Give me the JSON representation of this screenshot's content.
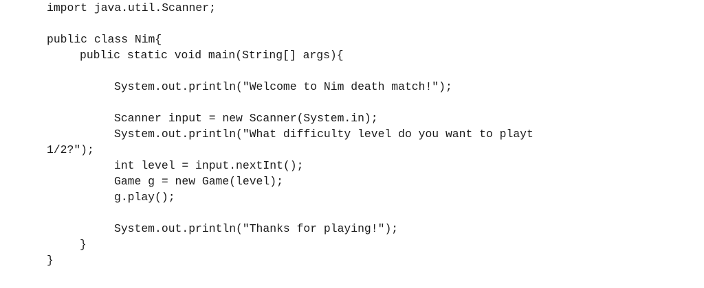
{
  "document": {
    "language": "java",
    "lines": [
      {
        "indent": 0,
        "text": "import java.util.Scanner;"
      },
      {
        "indent": 0,
        "text": ""
      },
      {
        "indent": 0,
        "text": "public class Nim{"
      },
      {
        "indent": 4,
        "text": "public static void main(String[] args){"
      },
      {
        "indent": 0,
        "text": ""
      },
      {
        "indent": 8,
        "text": "System.out.println(\"Welcome to Nim death match!\");"
      },
      {
        "indent": 0,
        "text": ""
      },
      {
        "indent": 8,
        "text": "Scanner input = new Scanner(System.in);"
      },
      {
        "indent": 8,
        "text": "System.out.println(\"What difficulty level do you want to playt"
      },
      {
        "indent": 0,
        "text": "1/2?\");"
      },
      {
        "indent": 8,
        "text": "int level = input.nextInt();"
      },
      {
        "indent": 8,
        "text": "Game g = new Game(level);"
      },
      {
        "indent": 8,
        "text": "g.play();"
      },
      {
        "indent": 0,
        "text": ""
      },
      {
        "indent": 8,
        "text": "System.out.println(\"Thanks for playing!\");"
      },
      {
        "indent": 4,
        "text": "}"
      },
      {
        "indent": 0,
        "text": "}"
      }
    ]
  }
}
